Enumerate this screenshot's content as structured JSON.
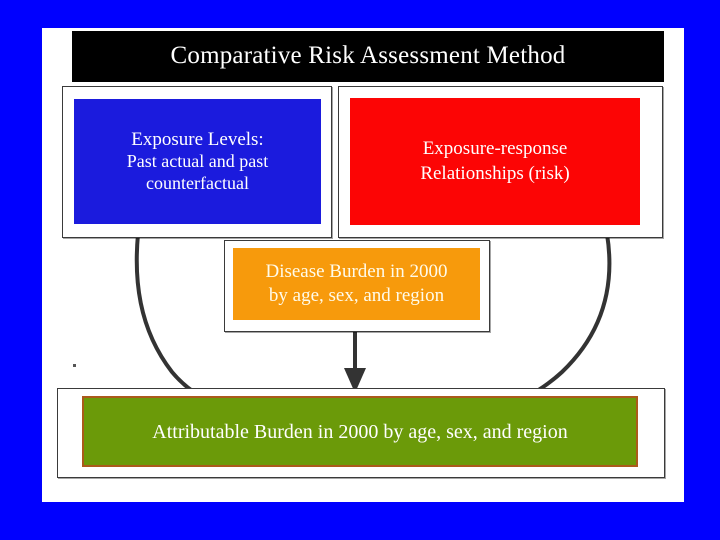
{
  "slide": {
    "background_color": "#0000FF",
    "canvas_color": "#FFFFFF"
  },
  "title": {
    "text": "Comparative Risk Assessment Method",
    "background_color": "#000000",
    "text_color": "#FFFFFF"
  },
  "nodes": {
    "exposure_levels": {
      "line1": "Exposure Levels:",
      "line2": "Past actual and past",
      "line3": "counterfactual",
      "fill_color": "#1B1BDD",
      "text_color": "#FFFFFF"
    },
    "exposure_response": {
      "line1": "Exposure-response",
      "line2": "Relationships (risk)",
      "fill_color": "#FC0505",
      "text_color": "#FFFFFF"
    },
    "disease_burden": {
      "line1": "Disease Burden in 2000",
      "line2": "by age, sex, and region",
      "fill_color": "#F79A0C",
      "text_color": "#FFFBEA"
    },
    "attributable_burden": {
      "label": "Attributable Burden in 2000 by age, sex, and region",
      "fill_color": "#6B9A09",
      "border_color": "#AB5A1B",
      "text_color": "#FFFFFF"
    }
  },
  "connectors": [
    {
      "name": "exposure-levels-to-attributable-burden",
      "from": "exposure_levels",
      "to": "attributable_burden",
      "style": "curved-arrow",
      "color": "#333333"
    },
    {
      "name": "disease-burden-to-attributable-burden",
      "from": "disease_burden",
      "to": "attributable_burden",
      "style": "straight-arrow",
      "color": "#333333"
    },
    {
      "name": "exposure-response-to-attributable-burden",
      "from": "exposure_response",
      "to": "attributable_burden",
      "style": "curved-arrow",
      "color": "#333333"
    }
  ]
}
